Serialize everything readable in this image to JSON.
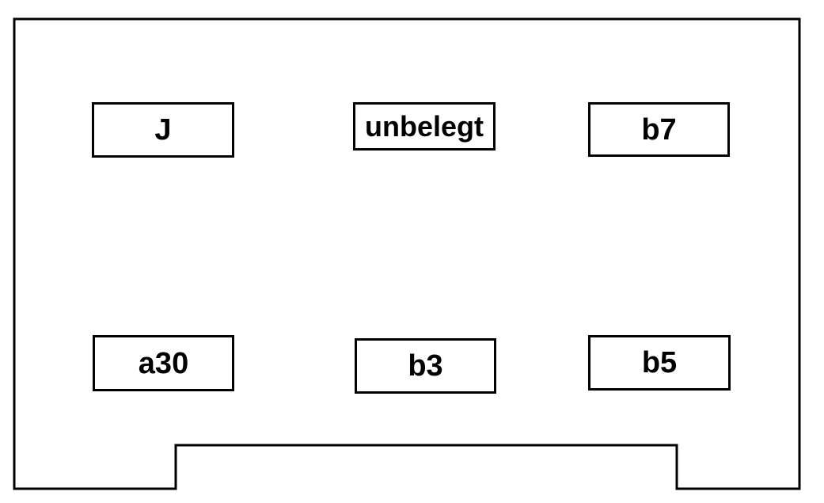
{
  "diagram": {
    "type": "connector-pinout",
    "colors": {
      "background": "#ffffff",
      "line": "#000000",
      "text": "#000000"
    },
    "boxes": [
      {
        "label": "J"
      },
      {
        "label": "unbelegt"
      },
      {
        "label": "b7"
      },
      {
        "label": "a30"
      },
      {
        "label": "b3"
      },
      {
        "label": "b5"
      }
    ]
  }
}
